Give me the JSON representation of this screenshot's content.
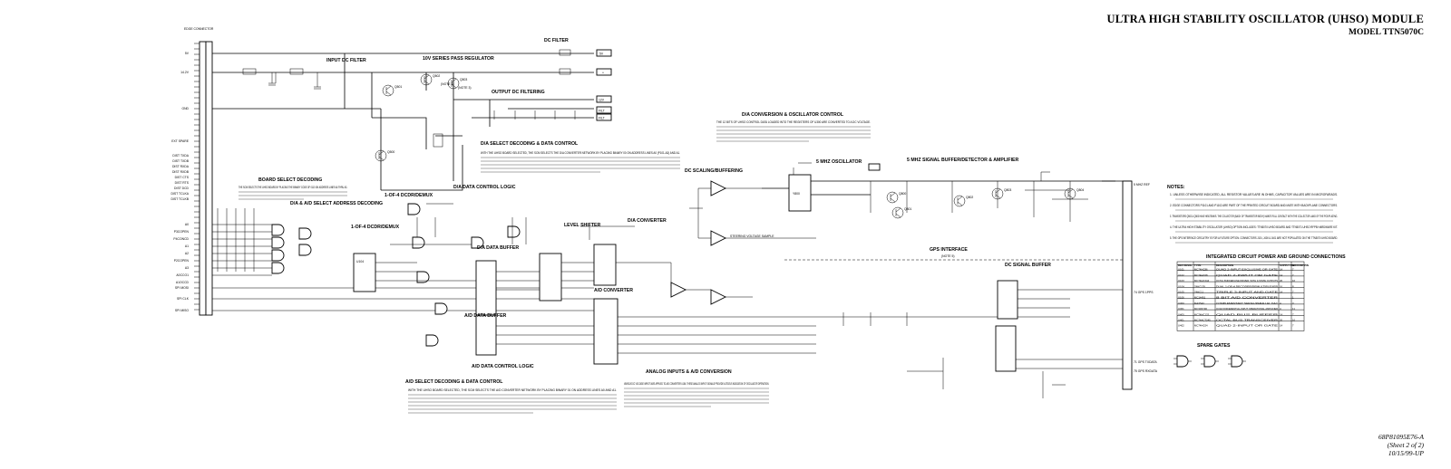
{
  "title": {
    "main": "ULTRA HIGH STABILITY OSCILLATOR (UHSO) MODULE",
    "model": "MODEL TTN5070C"
  },
  "footer": {
    "doc_number": "68P81095E76-A",
    "sheet": "(Sheet 2 of 2)",
    "date": "10/15/99-UP"
  },
  "connector": {
    "label": "EDGE CONNECTOR",
    "left_signals": [
      "5V",
      "14.2V",
      "GND",
      "EXT SPARE",
      "DIST TXDA",
      "DIST TXDB",
      "DIST RXDA",
      "DIST RXDB",
      "DIST CTS",
      "DIST RTS",
      "DIST DCD",
      "DIST TCLKA",
      "DIST TCLKB",
      "A0",
      "P3COPEN",
      "P4CONCD",
      "A1",
      "A2",
      "P2COPEN",
      "A3",
      "A0CCO1",
      "A1OCCD",
      "SPI MOSI",
      "SPI CLK",
      "SPI MISO"
    ]
  },
  "sections": {
    "input_dc_filter": "INPUT DC FILTER",
    "regulator": "10V SERIES PASS REGULATOR",
    "dc_filter": "DC FILTER",
    "output_dc_filtering": "OUTPUT DC FILTERING",
    "board_select": "BOARD SELECT DECODING",
    "da_ad_select": "D/A & A/D SELECT ADDRESS DECODING",
    "decoder_1of4": "1-OF-4 DCDR/DEMUX",
    "decoder_1of4b": "1-OF-4 DCDR/DEMUX",
    "da_select": "D/A SELECT DECODING & DATA CONTROL",
    "da_data_ctrl": "D/A DATA CONTROL LOGIC",
    "da_buffer": "D/A DATA BUFFER",
    "level_shifter": "LEVEL SHIFTER",
    "da_converter": "D/A CONVERTER",
    "ad_converter": "A/D CONVERTER",
    "ad_buffer": "A/D DATA BUFFER",
    "ad_data_ctrl": "A/D DATA CONTROL LOGIC",
    "ad_select": "A/D SELECT DECODING & DATA CONTROL",
    "dc_scaling": "DC SCALING/BUFFERING",
    "da_conversion": "D/A CONVERSION & OSCILLATOR CONTROL",
    "osc_5mhz": "5 MHZ OSCILLATOR",
    "signal_buffer": "5 MHZ SIGNAL BUFFER/DETECTOR & AMPLIFIER",
    "gps_interface": "GPS INTERFACE",
    "gps_note": "(NOTE 5)",
    "dc_signal_buffer": "DC SIGNAL BUFFER",
    "analog_inputs": "ANALOG INPUTS & A/D CONVERSION",
    "steering_sample": "STEERING VOLTAGE SAMPLE",
    "spare_gates": "SPARE GATES",
    "notes_title": "NOTES:",
    "ic_table_title": "INTEGRATED CIRCUIT POWER AND GROUND CONNECTIONS"
  },
  "outputs": {
    "plus5v": "5V",
    "plus_a": "+",
    "plus_b": "+",
    "v12": "12V",
    "filt_a": "FILT",
    "filt_b": "FILT",
    "ref_5mhz": "5 MHZ REF",
    "gps_1pps": "74 GPS 1PPS",
    "gps_txd": "71 GPS TXDATA",
    "gps_rxd": "75 GPS RXDATA"
  },
  "notes": [
    "1. UNLESS OTHERWISE INDICATED, ALL RESISTOR VALUES ARE IN OHMS, CAPACITOR VALUES ARE IN MICROFARADS.",
    "2. EDGE CONNECTORS P1101 AND P1102 ARE PART OF THE PRINTED CIRCUIT BOARD AND MATE WITH BACKPLANE CONNECTORS.",
    "3. TRANSISTORS Q502 & Q503 HAVE HEATSINKS. THE COLLECTOR (BACK OF TRANSISTOR BODY) MAKES FULL CONTACT WITH THE COLLECTOR LAND OF THE PCB PLATING.",
    "4. THE ULTRA HIGH STABILITY OSCILLATOR (UHSO) OPTION INCLUDES: TTN5070 UHSO BOARD AND TTN5071 UHSO RFPB HARDWARE KIT.",
    "5. THE GPS INTERFACE CIRCUITRY IS FOR A FUTURE OPTION. CONNECTORS J101, J400 & J401 ARE NOT POPULATED ON THE TTN5070 UHSO BOARD."
  ],
  "ic_table": {
    "headers": [
      "REF DESIG.",
      "TYPE",
      "DESCRIPTION",
      "SUPPLY PIN",
      "GROUND PIN"
    ],
    "rows": [
      [
        "U101",
        "MC74HC86",
        "QUAD 2-INPUT EXCLUSIVE OR GATE",
        "14",
        "7"
      ],
      [
        "U102",
        "MC74HC08",
        "QUAD 2-INPUT OR GATE",
        "14",
        "7"
      ],
      [
        "U103",
        "MC74HC244",
        "OCTAL BUFFER/LINE DRIVER, WITH 3-STATE OUTPUTS",
        "20",
        "10"
      ],
      [
        "U104",
        "74HC139",
        "DUAL 1-OF-4 DECODER/DEMULTIPLEXER",
        "16",
        "8"
      ],
      [
        "U105",
        "74HC11",
        "TRIPLE 3-INPUT AND GATE",
        "14",
        "7"
      ],
      [
        "U106",
        "MC14491",
        "8 BIT A/D CONVERTER",
        "",
        "1"
      ],
      [
        "U300",
        "MAX543",
        "COMPLEMENTARY SERIAL/PARALLEL DAC",
        "4",
        "3"
      ],
      [
        "U301",
        "MC33074D",
        "QUAD DIFFERENTIAL-INPUT OPERATIONAL AMPLIFIER",
        "4",
        "11"
      ],
      [
        "U400",
        "MC74HC125",
        "QUAD BUS BUFFER",
        "14",
        "7"
      ],
      [
        "U401",
        "MC74ACT245",
        "OCTAL BUS TRANSCEIVER",
        "20",
        "10"
      ],
      [
        "U402",
        "MC74HC04",
        "QUAD 2-INPUT OR GATE",
        "14",
        "7"
      ]
    ]
  },
  "paragraphs": {
    "board_select_desc": "THE SCM SELECTS THE UHSO BOARD BY PLACING THE BINARY CODE OF 0110 ON ADDRESS LINES A0 THRU A3.",
    "da_select_desc": "WITH THE UHSO BOARD SELECTED, THE SCM SELECTS THE D/A CONVERTER NETWORK BY PLACING BINARY 00 ON ADDRESS LINES A0 (P101-A3) AND A1.",
    "da_conversion_desc": "THE 12 BITS OF UHSO CONTROL DATA LOADED INTO THE REGISTERS OF U300 ARE CONVERTED TO A DC VOLTAGE.",
    "ad_select_desc": "WITH THE UHSO BOARD SELECTED, THE SCM SELECTS THE A/D CONVERTER NETWORK BY PLACING BINARY 01 ON ADDRESS LINES A0 AND A1.",
    "analog_desc": "VARIOUS DC VOLTAGE INPUTS ARE APPLIED TO A/D CONVERTER U106. THESE ANALOG INPUT SIGNALS PROVIDE A STATUS INDICATION OF OSCILLATOR OPERATION."
  },
  "components": {
    "transistors": [
      "Q501",
      "Q502",
      "Q503",
      "Q500",
      "Q800",
      "Q801",
      "Q802",
      "Q803",
      "Q804"
    ],
    "ics": [
      "U100A",
      "U100B",
      "U100C",
      "U100D",
      "U101A",
      "U101B",
      "U104",
      "U102A",
      "U102B",
      "U103A",
      "U103B",
      "U300",
      "U301A",
      "U301B",
      "U106",
      "U400",
      "U401"
    ],
    "oscillator": "Y800",
    "notes_ref": [
      "(NOTE 3)",
      "(NOTE 3)"
    ]
  }
}
